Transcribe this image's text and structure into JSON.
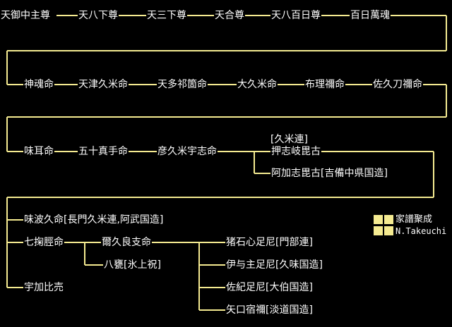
{
  "colors": {
    "background": "#000000",
    "line": "#f5eb91",
    "text": "#ffffff",
    "legend_square": "#f5eb91"
  },
  "nodes": {
    "n1": "天御中主尊",
    "n2": "天八下尊",
    "n3": "天三下尊",
    "n4": "天合尊",
    "n5": "天八百日尊",
    "n6": "百日萬魂",
    "n7": "神魂命",
    "n8": "天津久米命",
    "n9": "天多祁箇命",
    "n10": "大久米命",
    "n11": "布理禰命",
    "n12": "佐久刀禰命",
    "n13": "味耳命",
    "n14": "五十真手命",
    "n15": "彦久米宇志命",
    "n16": "押志岐毘古",
    "n16_clan": "[久米連]",
    "n17": "阿加志毘古[吉備中県国造]",
    "n18": "味波久命[長門久米連,阿武国造]",
    "n19": "七掬脛命",
    "n20": "爾久良支命",
    "n21": "八甕[氷上祝]",
    "n22": "宇加比売",
    "n23": "猪石心足尼[門部連]",
    "n24": "伊与主足尼[久味国造]",
    "n25": "佐紀足尼[大伯国造]",
    "n26": "矢口宿禰[淡道国造]"
  },
  "legend": {
    "title": "家譜聚成",
    "author": "N.Takeuchi"
  }
}
